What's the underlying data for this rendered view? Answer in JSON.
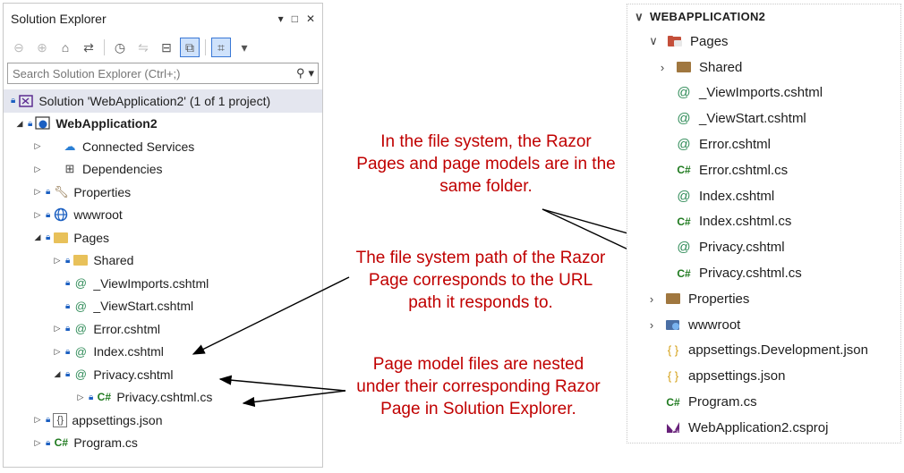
{
  "solution_explorer": {
    "title": "Solution Explorer",
    "title_controls": [
      "▾",
      "□",
      "✕"
    ],
    "search_placeholder": "Search Solution Explorer (Ctrl+;)",
    "tree": [
      {
        "label": "Solution 'WebApplication2' (1 of 1 project)",
        "icon": "solution-icon"
      },
      {
        "label": "WebApplication2",
        "icon": "web-project-icon"
      },
      {
        "label": "Connected Services",
        "icon": "connected-services-icon"
      },
      {
        "label": "Dependencies",
        "icon": "dependencies-icon"
      },
      {
        "label": "Properties",
        "icon": "properties-icon"
      },
      {
        "label": "wwwroot",
        "icon": "globe-icon"
      },
      {
        "label": "Pages",
        "icon": "folder-icon"
      },
      {
        "label": "Shared",
        "icon": "folder-icon"
      },
      {
        "label": "_ViewImports.cshtml",
        "icon": "razor-file-icon"
      },
      {
        "label": "_ViewStart.cshtml",
        "icon": "razor-file-icon"
      },
      {
        "label": "Error.cshtml",
        "icon": "razor-file-icon"
      },
      {
        "label": "Index.cshtml",
        "icon": "razor-file-icon"
      },
      {
        "label": "Privacy.cshtml",
        "icon": "razor-file-icon"
      },
      {
        "label": "Privacy.cshtml.cs",
        "icon": "csharp-file-icon"
      },
      {
        "label": "appsettings.json",
        "icon": "json-file-icon"
      },
      {
        "label": "Program.cs",
        "icon": "csharp-file-icon"
      }
    ]
  },
  "annotations": {
    "same_folder": "In the file system, the Razor Pages and page models are in the same folder.",
    "path_maps_url": "The file system path of the Razor Page corresponds to the URL path it responds to.",
    "nested": "Page model files are nested under their corresponding Razor Page in Solution Explorer."
  },
  "vscode_explorer": {
    "header": "WEBAPPLICATION2",
    "tree": [
      {
        "label": "Pages",
        "icon": "pages-folder-icon"
      },
      {
        "label": "Shared",
        "icon": "folder-icon"
      },
      {
        "label": "_ViewImports.cshtml",
        "icon": "razor-file-icon"
      },
      {
        "label": "_ViewStart.cshtml",
        "icon": "razor-file-icon"
      },
      {
        "label": "Error.cshtml",
        "icon": "razor-file-icon"
      },
      {
        "label": "Error.cshtml.cs",
        "icon": "csharp-file-icon"
      },
      {
        "label": "Index.cshtml",
        "icon": "razor-file-icon"
      },
      {
        "label": "Index.cshtml.cs",
        "icon": "csharp-file-icon"
      },
      {
        "label": "Privacy.cshtml",
        "icon": "razor-file-icon"
      },
      {
        "label": "Privacy.cshtml.cs",
        "icon": "csharp-file-icon"
      },
      {
        "label": "Properties",
        "icon": "folder-icon"
      },
      {
        "label": "wwwroot",
        "icon": "wwwroot-folder-icon"
      },
      {
        "label": "appsettings.Development.json",
        "icon": "json-file-icon"
      },
      {
        "label": "appsettings.json",
        "icon": "json-file-icon"
      },
      {
        "label": "Program.cs",
        "icon": "csharp-file-icon"
      },
      {
        "label": "WebApplication2.csproj",
        "icon": "csproj-file-icon"
      }
    ]
  },
  "colors": {
    "annotation": "#c00000",
    "accent": "#3a78d6",
    "csharp": "#1f7a1f"
  }
}
